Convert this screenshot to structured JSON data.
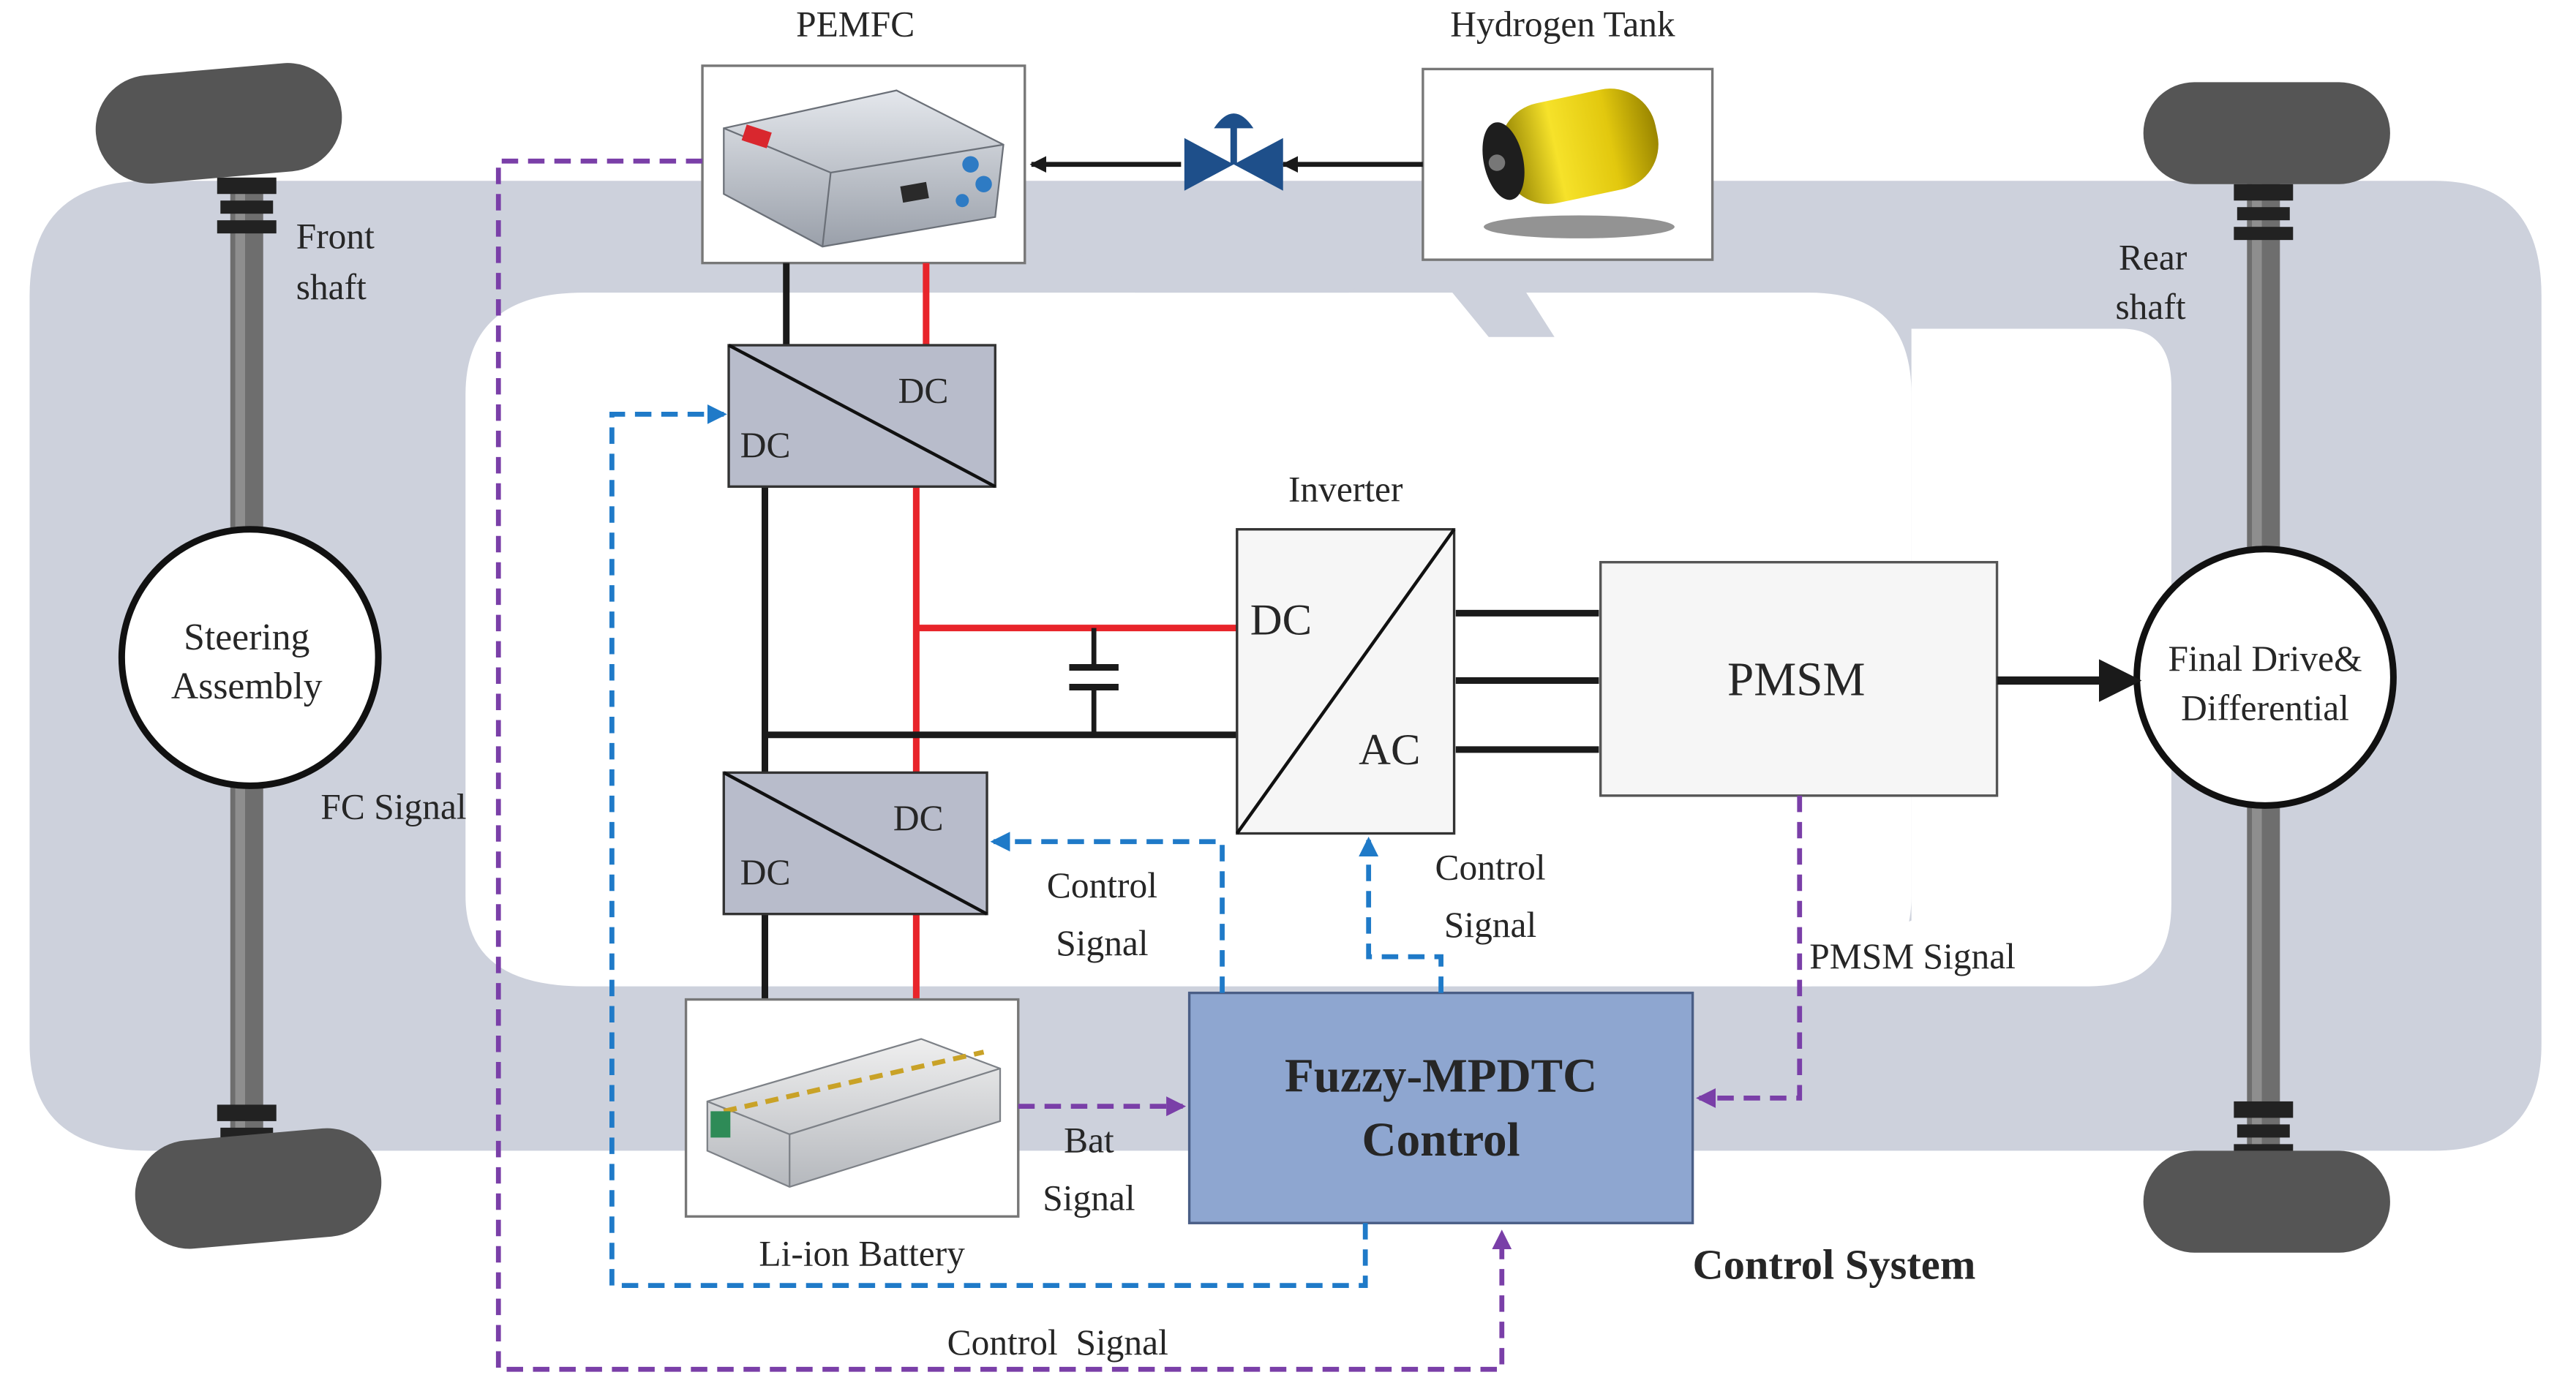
{
  "labels": {
    "pemfc": "PEMFC",
    "hydrogen_tank": "Hydrogen Tank",
    "front_shaft_1": "Front",
    "front_shaft_2": "shaft",
    "rear_shaft_1": "Rear",
    "rear_shaft_2": "shaft",
    "steering_1": "Steering",
    "steering_2": "Assembly",
    "final_drive_1": "Final Drive&",
    "final_drive_2": "Differential",
    "dcdc_top_in": "DC",
    "dcdc_top_out": "DC",
    "dcdc_bottom_in": "DC",
    "dcdc_bottom_out": "DC",
    "inverter": "Inverter",
    "inverter_dc": "DC",
    "inverter_ac": "AC",
    "pmsm": "PMSM",
    "fc_signal": "FC Signal",
    "control_signal_left_1": "Control",
    "control_signal_left_2": "Signal",
    "control_signal_right_1": "Control",
    "control_signal_right_2": "Signal",
    "pmsm_signal": "PMSM Signal",
    "bat_signal_1": "Bat",
    "bat_signal_2": "Signal",
    "li_ion_battery": "Li-ion Battery",
    "controller_1": "Fuzzy-MPDTC",
    "controller_2": "Control",
    "control_system": "Control System",
    "control_signal_bottom": "Control  Signal"
  },
  "colors": {
    "chassis": "#CDD1DC",
    "power_positive": "#E8242A",
    "power_negative": "#1A1A1A",
    "control_blue": "#1F7AC8",
    "signal_purple": "#7A3FA8",
    "controller_fill": "#8EA6D0",
    "converter_fill": "#B8BCCB",
    "valve": "#1E4F8A",
    "tire": "#555555"
  },
  "icons": {
    "valve": "valve-icon",
    "capacitor": "capacitor-icon",
    "tank": "hydrogen-cylinder-icon",
    "battery": "battery-pack-icon",
    "fuel_cell": "fuel-cell-stack-icon"
  }
}
